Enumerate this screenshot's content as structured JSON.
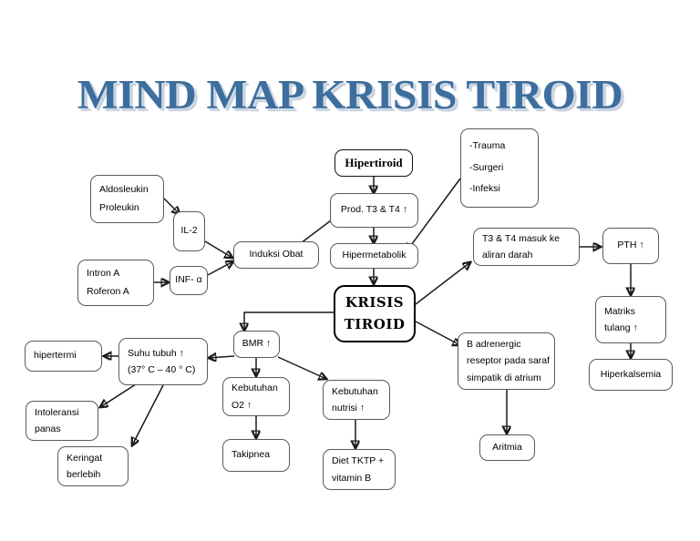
{
  "title": "MIND MAP KRISIS TIROID",
  "title_color": "#3d6e9e",
  "nodes": {
    "hipertiroid": {
      "lines": [
        "Hipertiroid"
      ]
    },
    "prod_t3t4": {
      "lines": [
        "Prod. T3 & T4 ↑"
      ]
    },
    "hipermetabolik": {
      "lines": [
        "Hipermetabolik"
      ]
    },
    "krisis": {
      "lines": [
        "KRISIS",
        "TIROID"
      ]
    },
    "pemicu": {
      "lines": [
        "-Trauma",
        "-Surgeri",
        "-Infeksi"
      ]
    },
    "aldosleukin": {
      "lines": [
        "Aldosleukin",
        "Proleukin"
      ]
    },
    "il2": {
      "lines": [
        "IL-2"
      ]
    },
    "intron": {
      "lines": [
        "Intron A",
        "Roferon A"
      ]
    },
    "inf_alpha": {
      "lines": [
        "INF- α"
      ]
    },
    "induksi_obat": {
      "lines": [
        "Induksi Obat"
      ]
    },
    "t3t4_masuk": {
      "lines": [
        "T3 & T4 masuk ke",
        "aliran darah"
      ]
    },
    "pth": {
      "lines": [
        "PTH ↑"
      ]
    },
    "matriks": {
      "lines": [
        "Matriks",
        "tulang ↑"
      ]
    },
    "hiperkalsemia": {
      "lines": [
        "Hiperkalsemia"
      ]
    },
    "b_adrenergic": {
      "lines": [
        "B adrenergic",
        "reseptor pada saraf",
        "simpatik di atrium"
      ]
    },
    "aritmia": {
      "lines": [
        "Aritmia"
      ]
    },
    "bmr": {
      "lines": [
        "BMR ↑"
      ]
    },
    "suhu_tubuh": {
      "lines": [
        "Suhu tubuh ↑",
        "(37° C – 40 ° C)"
      ]
    },
    "hipertermi": {
      "lines": [
        "hipertermi"
      ]
    },
    "intoleransi": {
      "lines": [
        "Intoleransi",
        "panas"
      ]
    },
    "keringat": {
      "lines": [
        "Keringat",
        "berlebih"
      ]
    },
    "kebutuhan_o2": {
      "lines": [
        "Kebutuhan",
        "O2 ↑"
      ]
    },
    "takipnea": {
      "lines": [
        "Takipnea"
      ]
    },
    "kebutuhan_nutrisi": {
      "lines": [
        "Kebutuhan",
        "nutrisi ↑"
      ]
    },
    "diet": {
      "lines": [
        "Diet TKTP +",
        "vitamin B"
      ]
    }
  },
  "chart_data": {
    "type": "diagram",
    "title": "MIND MAP KRISIS TIROID",
    "edges": [
      {
        "from": "hipertiroid",
        "to": "prod_t3t4"
      },
      {
        "from": "prod_t3t4",
        "to": "hipermetabolik"
      },
      {
        "from": "hipermetabolik",
        "to": "krisis"
      },
      {
        "from": "pemicu",
        "to": "hipermetabolik"
      },
      {
        "from": "aldosleukin",
        "to": "il2"
      },
      {
        "from": "il2",
        "to": "induksi_obat"
      },
      {
        "from": "intron",
        "to": "inf_alpha"
      },
      {
        "from": "inf_alpha",
        "to": "induksi_obat"
      },
      {
        "from": "induksi_obat",
        "to": "prod_t3t4"
      },
      {
        "from": "krisis",
        "to": "t3t4_masuk"
      },
      {
        "from": "t3t4_masuk",
        "to": "pth"
      },
      {
        "from": "pth",
        "to": "matriks"
      },
      {
        "from": "matriks",
        "to": "hiperkalsemia"
      },
      {
        "from": "krisis",
        "to": "b_adrenergic"
      },
      {
        "from": "b_adrenergic",
        "to": "aritmia"
      },
      {
        "from": "krisis",
        "to": "bmr"
      },
      {
        "from": "bmr",
        "to": "suhu_tubuh"
      },
      {
        "from": "suhu_tubuh",
        "to": "hipertermi"
      },
      {
        "from": "suhu_tubuh",
        "to": "intoleransi"
      },
      {
        "from": "suhu_tubuh",
        "to": "keringat"
      },
      {
        "from": "bmr",
        "to": "kebutuhan_o2"
      },
      {
        "from": "kebutuhan_o2",
        "to": "takipnea"
      },
      {
        "from": "bmr",
        "to": "kebutuhan_nutrisi"
      },
      {
        "from": "kebutuhan_nutrisi",
        "to": "diet"
      }
    ]
  }
}
